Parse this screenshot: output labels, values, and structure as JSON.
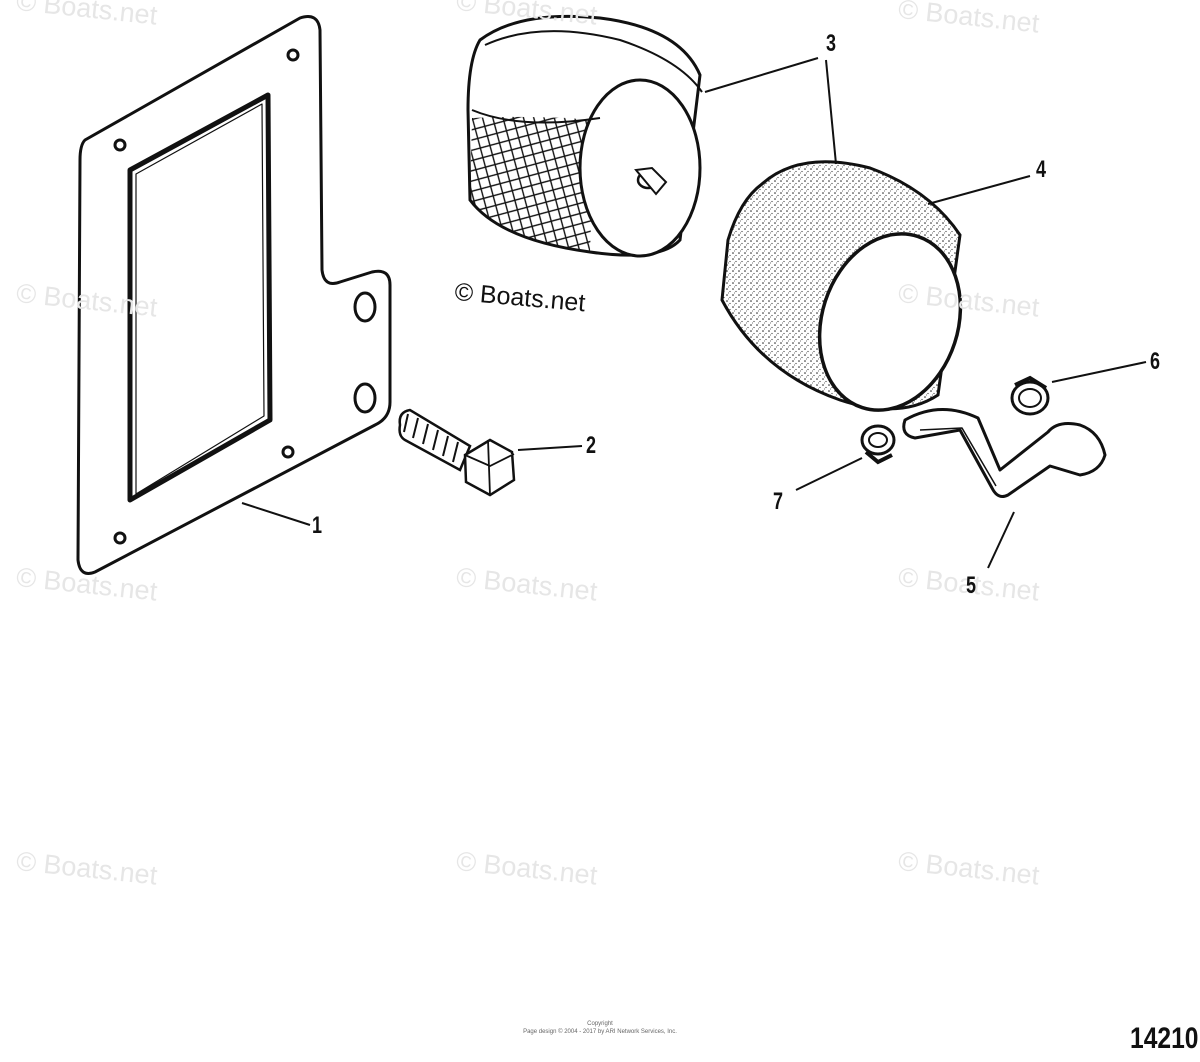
{
  "watermark": {
    "text": "© Boats.net",
    "center_text": "© Boats.net"
  },
  "callouts": [
    {
      "id": "1",
      "label": "1"
    },
    {
      "id": "2",
      "label": "2"
    },
    {
      "id": "3",
      "label": "3"
    },
    {
      "id": "4",
      "label": "4"
    },
    {
      "id": "5",
      "label": "5"
    },
    {
      "id": "6",
      "label": "6"
    },
    {
      "id": "7",
      "label": "7"
    }
  ],
  "figure_number": "14210",
  "copyright": {
    "line1": "Copyright",
    "line2": "Page design © 2004 - 2017 by ARI Network Services, Inc."
  },
  "colors": {
    "ink": "#111111",
    "watermark": "#e6e6e6",
    "background": "#ffffff"
  }
}
